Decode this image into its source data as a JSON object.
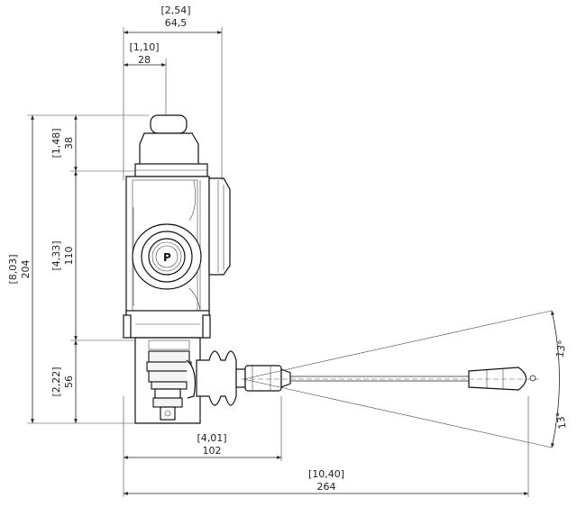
{
  "dimensions": {
    "width_total": {
      "inch": "[2,54]",
      "mm": "64,5"
    },
    "width_left": {
      "inch": "[1,10]",
      "mm": "28"
    },
    "height_top": {
      "inch": "[1,48]",
      "mm": "38"
    },
    "height_total": {
      "inch": "[8,03]",
      "mm": "204"
    },
    "height_mid": {
      "inch": "[4,33]",
      "mm": "110"
    },
    "height_bottom": {
      "inch": "[2,22]",
      "mm": "56"
    },
    "length_short": {
      "inch": "[4,01]",
      "mm": "102"
    },
    "length_total": {
      "inch": "[10,40]",
      "mm": "264"
    }
  },
  "angles": {
    "upper": "13°",
    "lower": "13°"
  },
  "port_label": "P"
}
